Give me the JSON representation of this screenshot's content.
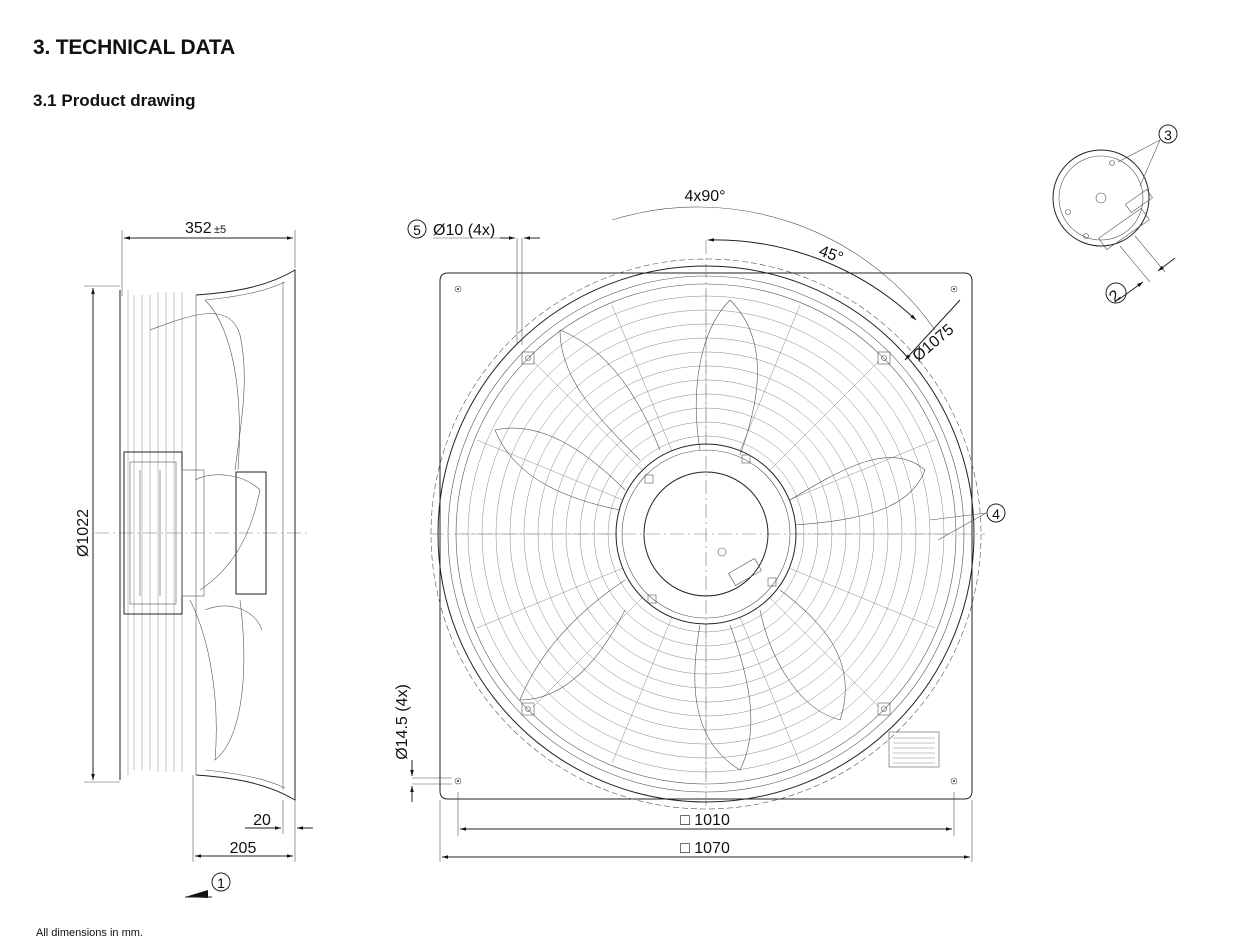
{
  "header": {
    "section_title": "3. TECHNICAL DATA",
    "subsection_title": "3.1 Product drawing"
  },
  "footnote": "All dimensions in mm.",
  "dimensions": {
    "depth": "352",
    "depth_tol": "±5",
    "guard_dia": "Ø1022",
    "flange": "20",
    "offset": "205",
    "hole_small": "Ø10 (4x)",
    "hole_large": "Ø14.5 (4x)",
    "angle_pattern": "4x90°",
    "angle": "45°",
    "bolt_circle": "Ø1075",
    "square_inner": "□ 1010",
    "square_outer": "□ 1070"
  },
  "callouts": {
    "c1": "1",
    "c2": "2",
    "c3": "3",
    "c4": "4",
    "c5": "5"
  }
}
